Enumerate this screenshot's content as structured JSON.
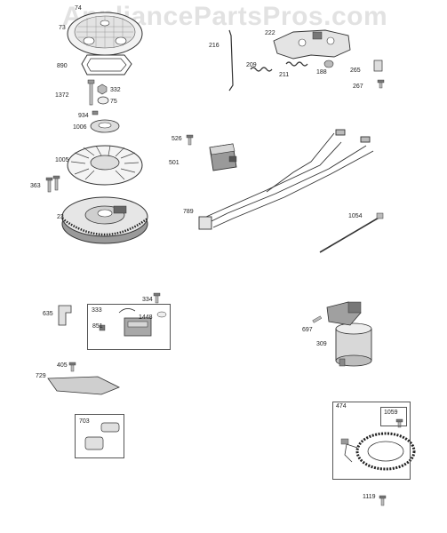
{
  "watermark": "AppliancePartsPros.com",
  "colors": {
    "line": "#333333",
    "fill_light": "#d9d9d9",
    "fill_mid": "#a8a8a8",
    "fill_dark": "#555555"
  },
  "labels": {
    "p74": "74",
    "p73": "73",
    "p890": "890",
    "p1372": "1372",
    "p332": "332",
    "p75": "75",
    "p934": "934",
    "p1006": "1006",
    "p1005": "1005",
    "p363": "363",
    "p23": "23",
    "p216": "216",
    "p222": "222",
    "p209": "209",
    "p211": "211",
    "p188": "188",
    "p265": "265",
    "p267": "267",
    "p526": "526",
    "p501": "501",
    "p789": "789",
    "p1054": "1054",
    "p635": "635",
    "p333": "333",
    "p334": "334",
    "p851": "851",
    "p1448": "1448",
    "p697": "697",
    "p309": "309",
    "p405": "405",
    "p729": "729",
    "p703": "703",
    "p474": "474",
    "p1059": "1059",
    "p1119": "1119"
  }
}
